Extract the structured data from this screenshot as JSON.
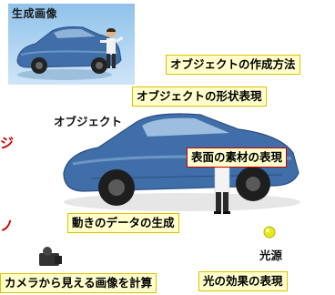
{
  "thumbnail": {
    "title": "生成画像"
  },
  "labels": {
    "creation_method": "オブジェクトの作成方法",
    "shape_representation": "オブジェクトの形状表現",
    "object": "オブジェクト",
    "surface_material": "表面の素材の表現",
    "motion_data": "動きのデータの生成",
    "light_source": "光源",
    "camera_calc": "カメラから見える画像を計算",
    "light_effect": "光の効果の表現"
  },
  "colors": {
    "label_fill": "#ffffcc",
    "label_border": "#e0c000",
    "highlight_border": "#c80000",
    "car_body": "#3f6ea8",
    "sky_top": "#8fc2ea",
    "light_sphere": "#e8e820"
  }
}
